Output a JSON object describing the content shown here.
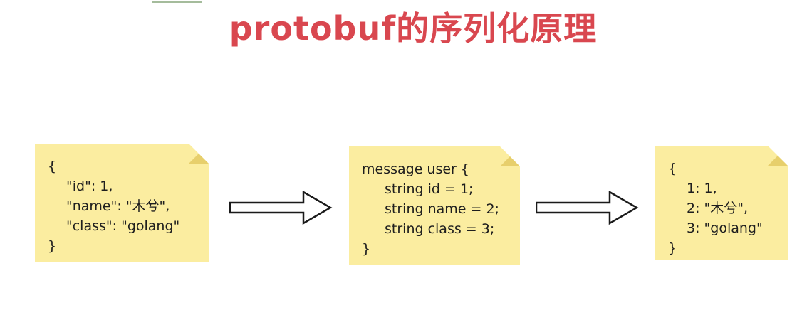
{
  "title": "protobuf的序列化原理",
  "notes": {
    "json": {
      "lines": [
        "{",
        "\"id\": 1,",
        "\"name\": \"木兮\",",
        "\"class\": \"golang\"",
        "}"
      ]
    },
    "proto": {
      "lines": [
        "message user {",
        "string id = 1;",
        "string name = 2;",
        "string class = 3;",
        "}"
      ]
    },
    "binary": {
      "lines": [
        "{",
        "1: 1,",
        "2: \"木兮\",",
        "3: \"golang\"",
        "}"
      ]
    }
  },
  "colors": {
    "title": "#d9474f",
    "note_fill": "#fbeda0",
    "note_fold": "#e7cf6c",
    "arrow_stroke": "#1a1a1a"
  },
  "icons": {
    "arrow_1": "right-arrow-icon",
    "arrow_2": "right-arrow-icon"
  }
}
